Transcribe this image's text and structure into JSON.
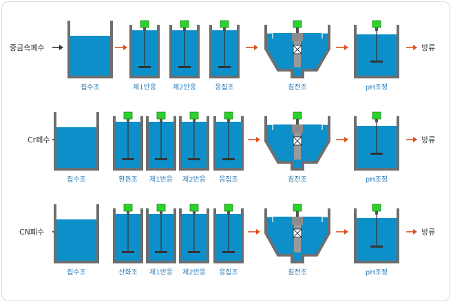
{
  "rows": [
    {
      "source": "중금속폐수",
      "units": [
        {
          "type": "collect",
          "label": "집수조"
        },
        {
          "type": "mixer",
          "label": "제1반응"
        },
        {
          "type": "mixer",
          "label": "제2반응"
        },
        {
          "type": "mixer",
          "label": "응집조"
        },
        {
          "type": "settle",
          "label": "침전조"
        },
        {
          "type": "ph",
          "label": "pH조정"
        }
      ],
      "output": "방류"
    },
    {
      "source": "Cr폐수",
      "units": [
        {
          "type": "collect",
          "label": "집수조"
        },
        {
          "type": "mixer",
          "label": "환원조"
        },
        {
          "type": "mixer",
          "label": "제1반응"
        },
        {
          "type": "mixer",
          "label": "제2반응"
        },
        {
          "type": "mixer",
          "label": "응집조"
        },
        {
          "type": "settle",
          "label": "침전조"
        },
        {
          "type": "ph",
          "label": "pH조정"
        }
      ],
      "output": "방류"
    },
    {
      "source": "CN폐수",
      "units": [
        {
          "type": "collect",
          "label": "집수조"
        },
        {
          "type": "mixer",
          "label": "산화조"
        },
        {
          "type": "mixer",
          "label": "제1반응"
        },
        {
          "type": "mixer",
          "label": "제2반응"
        },
        {
          "type": "mixer",
          "label": "응집조"
        },
        {
          "type": "settle",
          "label": "침전조"
        },
        {
          "type": "ph",
          "label": "pH조정"
        }
      ],
      "output": "방류"
    }
  ],
  "colors": {
    "water": "#0d8fc9",
    "wall": "#6e6e6e",
    "motor": "#2cd12c",
    "arrow_flow": "#e0501c",
    "arrow_in": "#333333",
    "label": "#2a7ab5"
  }
}
